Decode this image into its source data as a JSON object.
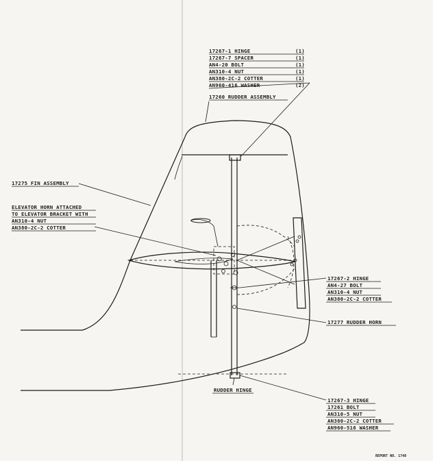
{
  "callouts": {
    "top_parts": [
      {
        "part": "17267-1 HINGE",
        "qty": "(1)"
      },
      {
        "part": "17267-7 SPACER",
        "qty": "(1)"
      },
      {
        "part": "AN4-20 BOLT",
        "qty": "(1)"
      },
      {
        "part": "AN310-4 NUT",
        "qty": "(1)"
      },
      {
        "part": "AN380-2C-2 COTTER",
        "qty": "(1)"
      },
      {
        "part": "AN960-416 WASHER",
        "qty": "(2)"
      }
    ],
    "rudder_assembly": "17260 RUDDER ASSEMBLY",
    "fin_assembly": "17275 FIN ASSEMBLY",
    "elevator_horn": [
      "ELEVATOR HORN ATTACHED",
      "TO ELEVATOR BRACKET WITH",
      "AN310-4 NUT",
      "AN380-2C-2 COTTER"
    ],
    "middle_hinge": [
      "17267-2 HINGE",
      "AN4-27 BOLT",
      "AN310-4 NUT",
      "AN380-2C-2 COTTER"
    ],
    "rudder_horn": "17277 RUDDER HORN",
    "rudder_hinge": "RUDDER HINGE",
    "bottom_parts": [
      "17267-3 HINGE",
      "17261 BOLT",
      "AN310-5 NUT",
      "AN380-2C-2 COTTER",
      "AN960-516 WASHER"
    ],
    "report": "REPORT NO. 1748"
  },
  "colors": {
    "paper": "#f6f5f1",
    "ink": "#1a1a1a",
    "fold": "#d9d8d2"
  }
}
